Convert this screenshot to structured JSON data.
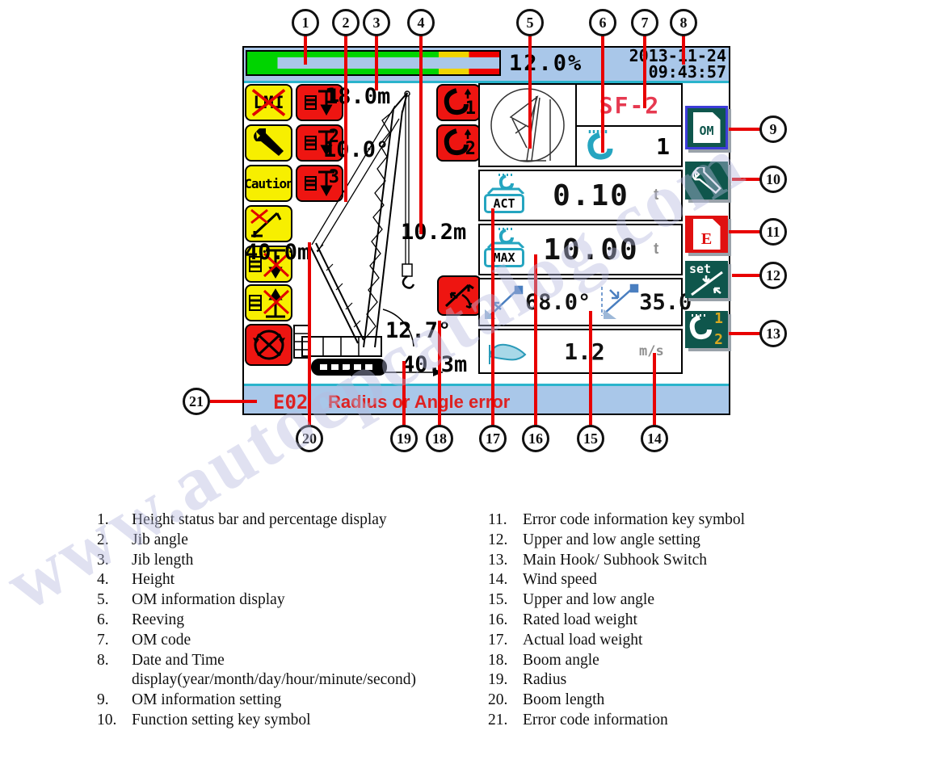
{
  "watermark": "www.autoepcatalog.com",
  "display": {
    "status": {
      "percent": "12.0%",
      "date": "2013-11-24",
      "time": "09:43:57"
    },
    "left_icons": {
      "lmi": "LMI",
      "caution": "Caution"
    },
    "winch_numbers": {
      "w1": "1",
      "w2": "2",
      "w3": "3"
    },
    "hook_numbers": {
      "h1": "1",
      "h2": "2"
    },
    "crane_values": {
      "jib_length": "18.0m",
      "jib_angle": "10.0°",
      "height": "10.2m",
      "boom_length": "40.0m",
      "boom_angle": "12.7°",
      "radius": "40.3m"
    },
    "om_panel": {
      "om_code": "SF-2",
      "reeving": "1"
    },
    "act": {
      "label": "ACT",
      "value": "0.10",
      "unit": "t"
    },
    "max": {
      "label": "MAX",
      "value": "10.00",
      "unit": "t"
    },
    "angles": {
      "upper": "68.0°",
      "lower": "35.0°"
    },
    "wind": {
      "value": "1.2",
      "unit": "m/s"
    },
    "keys": {
      "om": "OM",
      "e": "E",
      "set": "set",
      "hook1": "1",
      "hook2": "2"
    },
    "error": {
      "code": "E02",
      "message": "Radius or Angle error"
    }
  },
  "callouts": [
    "1",
    "2",
    "3",
    "4",
    "5",
    "6",
    "7",
    "8",
    "9",
    "10",
    "11",
    "12",
    "13",
    "14",
    "15",
    "16",
    "17",
    "18",
    "19",
    "20",
    "21"
  ],
  "legend": {
    "left": [
      {
        "num": "1.",
        "text": "Height status bar and percentage display"
      },
      {
        "num": "2.",
        "text": "Jib angle"
      },
      {
        "num": "3.",
        "text": "Jib length"
      },
      {
        "num": "4.",
        "text": "Height"
      },
      {
        "num": "5.",
        "text": "OM information display"
      },
      {
        "num": "6.",
        "text": "Reeving"
      },
      {
        "num": "7.",
        "text": "OM code"
      },
      {
        "num": "8.",
        "text": "Date and Time",
        "text2": "display(year/month/day/hour/minute/second)"
      },
      {
        "num": "9.",
        "text": "OM information setting"
      },
      {
        "num": "10.",
        "text": "Function setting key symbol"
      }
    ],
    "right": [
      {
        "num": "11.",
        "text": "Error code information key symbol"
      },
      {
        "num": "12.",
        "text": "Upper and low angle setting"
      },
      {
        "num": "13.",
        "text": "Main Hook/ Subhook Switch"
      },
      {
        "num": "14.",
        "text": "Wind speed"
      },
      {
        "num": "15.",
        "text": "Upper and low angle"
      },
      {
        "num": "16.",
        "text": "Rated load weight"
      },
      {
        "num": "17.",
        "text": "Actual load weight"
      },
      {
        "num": "18.",
        "text": "Boom angle"
      },
      {
        "num": "19.",
        "text": "Radius"
      },
      {
        "num": "20.",
        "text": "Boom length"
      },
      {
        "num": "21.",
        "text": "Error code information"
      }
    ]
  },
  "colors": {
    "lcd_blue": "#a9c7e9",
    "cyan_line": "#2ab4cc",
    "icon_yellow": "#f7ef00",
    "icon_red": "#ee1511",
    "key_green": "#0f564c",
    "teal": "#25a5c0",
    "om_code_red": "#e63950",
    "error_red": "#dd2222",
    "callout_line_red": "#e80000"
  }
}
